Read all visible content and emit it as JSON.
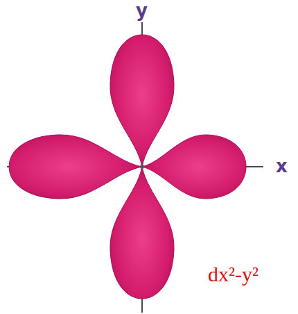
{
  "diagram": {
    "labels": [
      "y",
      "x",
      "dx²-y²"
    ]
  }
}
